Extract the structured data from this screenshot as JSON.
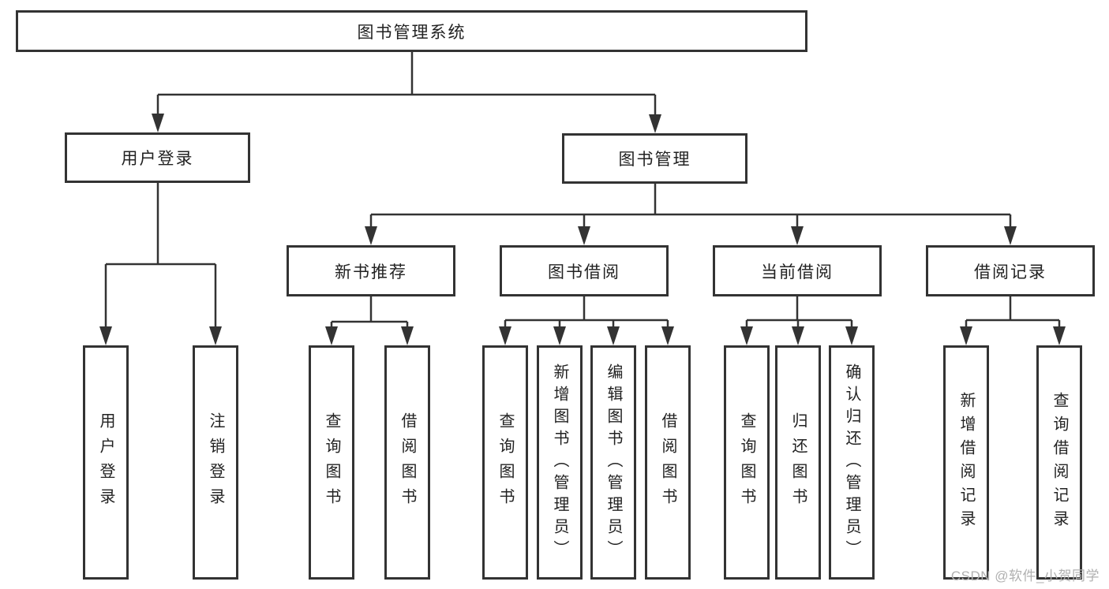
{
  "diagram": {
    "nodes": {
      "root": "图书管理系统",
      "user_login": "用户登录",
      "book_management": "图书管理",
      "login": "用户登录",
      "logout": "注销登录",
      "new_book_recommend": "新书推荐",
      "book_borrow": "图书借阅",
      "current_borrow": "当前借阅",
      "borrow_records": "借阅记录",
      "nbr_query_books": "查询图书",
      "nbr_borrow_books": "借阅图书",
      "bb_query_books": "查询图书",
      "bb_add_books_admin": "新增图书（管理员）",
      "bb_edit_books_admin": "编辑图书（管理员）",
      "bb_borrow_books": "借阅图书",
      "cb_query_books": "查询图书",
      "cb_return_books": "归还图书",
      "cb_confirm_return_admin": "确认归还（管理员）",
      "br_add_record": "新增借阅记录",
      "br_query_record": "查询借阅记录"
    },
    "tree": {
      "root": [
        "user_login",
        "book_management"
      ],
      "user_login": [
        "login",
        "logout"
      ],
      "book_management": [
        "new_book_recommend",
        "book_borrow",
        "current_borrow",
        "borrow_records"
      ],
      "new_book_recommend": [
        "nbr_query_books",
        "nbr_borrow_books"
      ],
      "book_borrow": [
        "bb_query_books",
        "bb_add_books_admin",
        "bb_edit_books_admin",
        "bb_borrow_books"
      ],
      "current_borrow": [
        "cb_query_books",
        "cb_return_books",
        "cb_confirm_return_admin"
      ],
      "borrow_records": [
        "br_add_record",
        "br_query_record"
      ]
    },
    "watermark": "CSDN @软件_小贺同学",
    "colors": {
      "line": "#333333",
      "box_border": "#333333",
      "box_bg": "#ffffff",
      "text": "#222222",
      "watermark": "#b0b0b0"
    }
  }
}
